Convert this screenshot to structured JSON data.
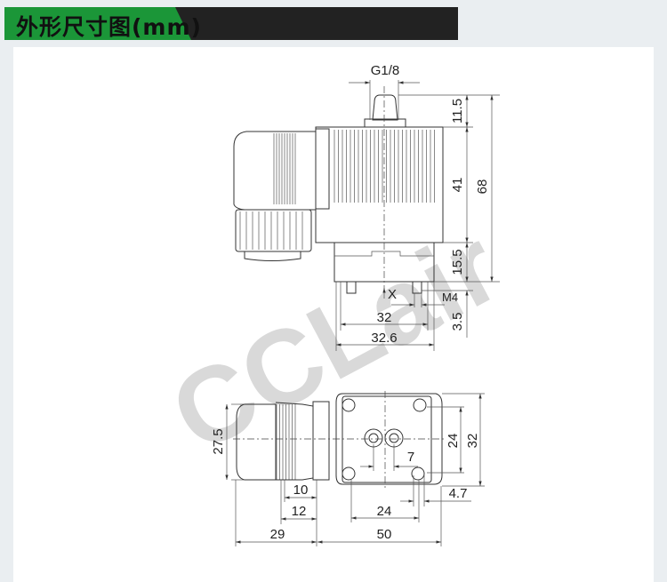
{
  "header": {
    "title": "外形尺寸图(mm)"
  },
  "watermark": {
    "logo_text": "CCLair"
  },
  "side_view": {
    "port_thread": "G1/8",
    "dims": {
      "fitting_height": "11.5",
      "coil_height": "41",
      "total_height": "68",
      "base_height": "15.5",
      "mount_depth": "3.5",
      "width_inner": "32",
      "width_outer": "32.6",
      "mount_thread": "M4",
      "view_marker": "X"
    }
  },
  "bottom_view": {
    "dims": {
      "connector_height": "27.5",
      "hole_spacing_v": "24",
      "base_width": "32",
      "port_spacing": "7",
      "hole_dia": "4.7",
      "hole_spacing_h": "24",
      "collar_10": "10",
      "collar_12": "12",
      "connector_len": "29",
      "body_len": "50"
    }
  },
  "colors": {
    "accent": "#1b9638",
    "header_dark": "#222222"
  }
}
